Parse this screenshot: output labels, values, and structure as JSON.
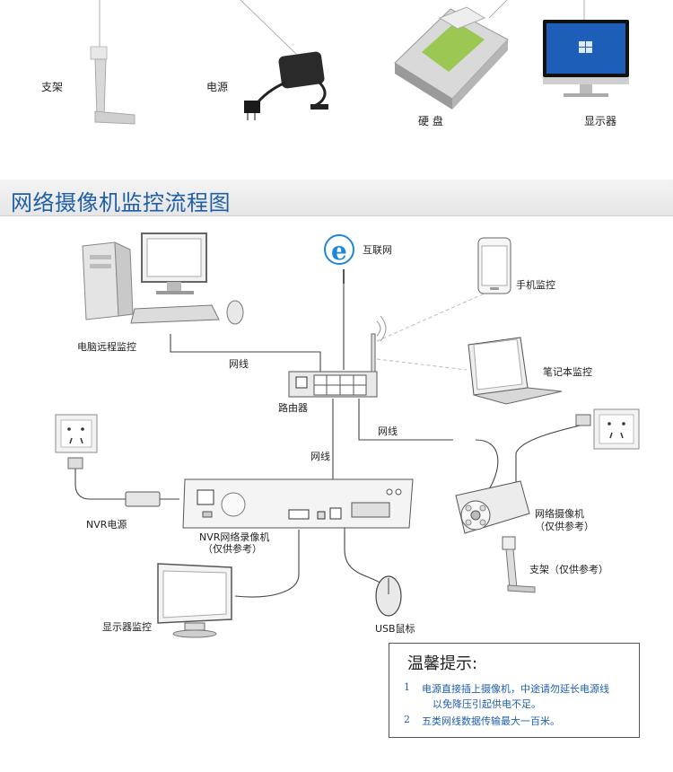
{
  "top_products": {
    "bracket": "支架",
    "power": "电源",
    "hdd": "硬  盘",
    "monitor": "显示器"
  },
  "banner_title": "网络摄像机监控流程图",
  "diagram": {
    "pc": "电脑远程监控",
    "internet": "互联网",
    "phone": "手机监控",
    "laptop": "笔记本监控",
    "router": "路由器",
    "cable_top": "网线",
    "cable_left": "网线",
    "cable_right": "网线",
    "nvr_power": "NVR电源",
    "nvr_line1": "NVR网络录像机",
    "nvr_line2": "（仅供参考）",
    "camera_line1": "网络摄像机",
    "camera_line2": "（仅供参考）",
    "bracket": "支架（仅供参考）",
    "monitor": "显示器监控",
    "mouse": "USB鼠标"
  },
  "tips": {
    "title": "温馨提示:",
    "item1_num": "1",
    "item1_line1": "电源直接插上摄像机，中途请勿延长电源线",
    "item1_line2": "以免降压引起供电不足。",
    "item2_num": "2",
    "item2_line1": "五类网线数据传输最大一百米。"
  },
  "colors": {
    "banner_text": "#1f5fa8",
    "tip_text": "#1f5fa8",
    "ie_blue": "#1e88d6",
    "monitor_screen": "#1d5fb8",
    "hdd_label": "#8fc43a"
  }
}
